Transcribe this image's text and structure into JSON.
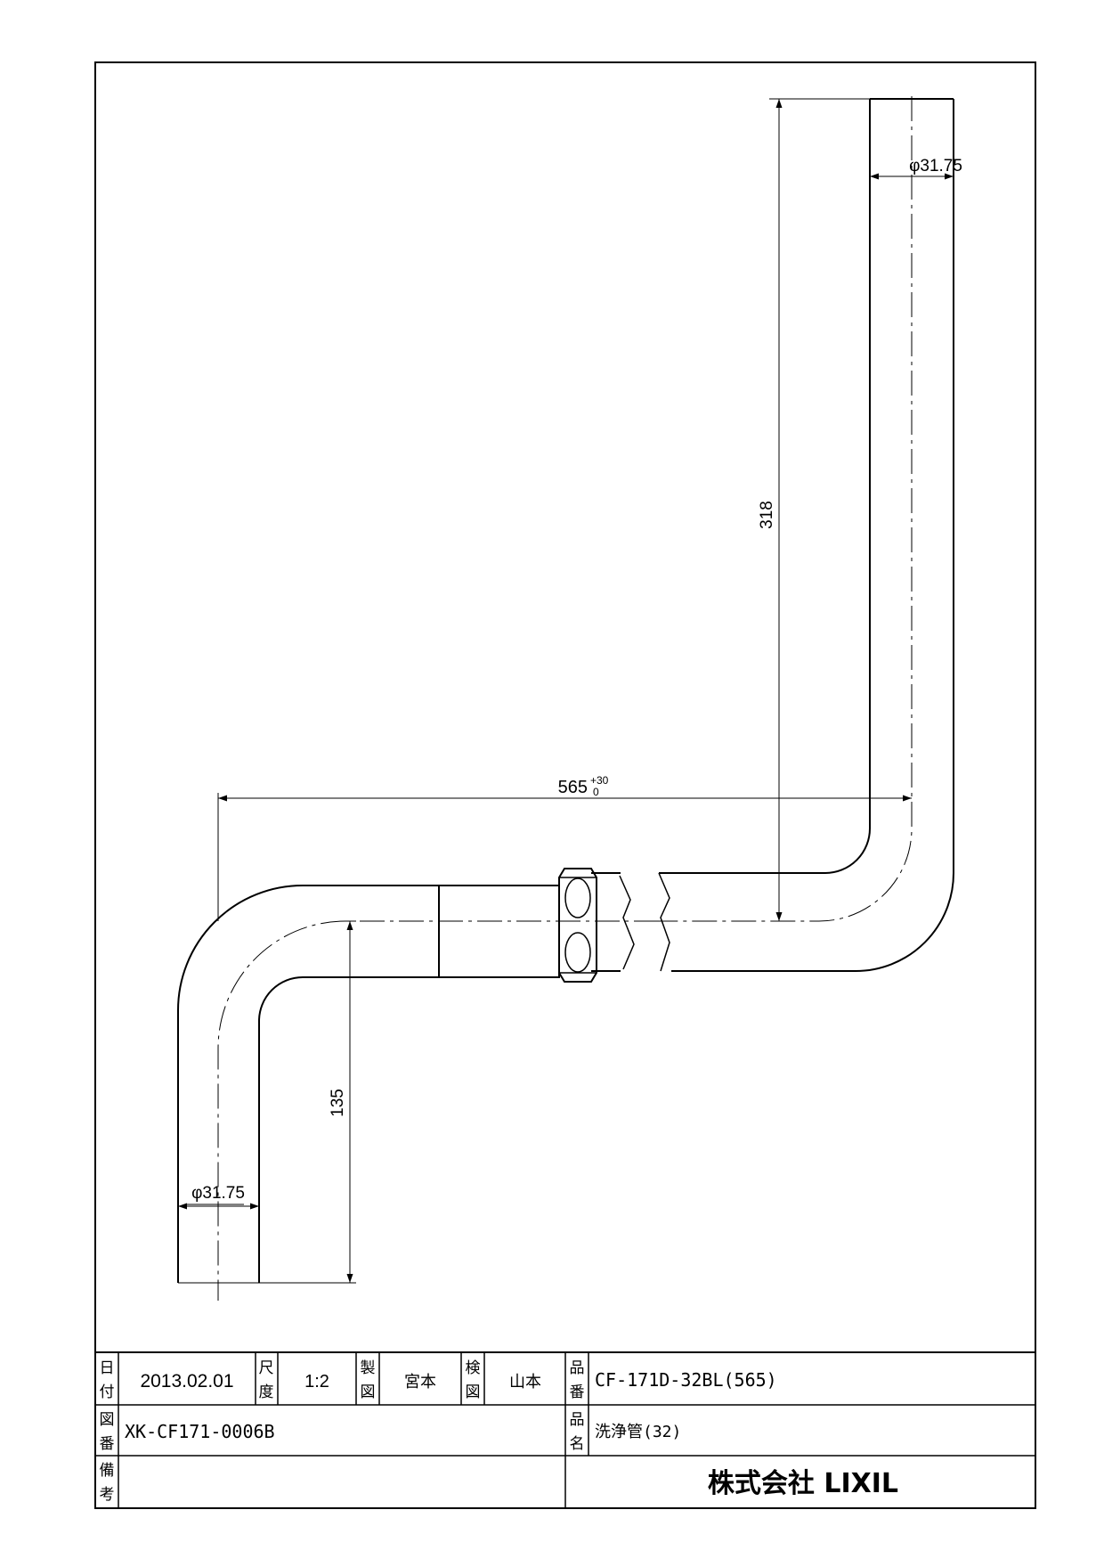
{
  "dimensions": {
    "top_diameter": "φ31.75",
    "vertical_length": "318",
    "horizontal_length": "565",
    "horizontal_tol_plus": "+30",
    "horizontal_tol_minus": "0",
    "drop_length": "135",
    "bottom_diameter": "φ31.75"
  },
  "title_block": {
    "date_label": [
      "日",
      "付"
    ],
    "date_value": "2013.02.01",
    "scale_label": [
      "尺",
      "度"
    ],
    "scale_value": "1:2",
    "drawn_label": [
      "製",
      "図"
    ],
    "drawn_value": "宮本",
    "checked_label": [
      "検",
      "図"
    ],
    "checked_value": "山本",
    "part_no_label": [
      "品",
      "番"
    ],
    "part_no_value": "CF-171D-32BL(565)",
    "drawing_no_label": [
      "図",
      "番"
    ],
    "drawing_no_value": "XK-CF171-0006B",
    "part_name_label": [
      "品",
      "名"
    ],
    "part_name_value": "洗浄管(32)",
    "remarks_label": [
      "備",
      "考"
    ],
    "company": "株式会社 LIXIL"
  }
}
